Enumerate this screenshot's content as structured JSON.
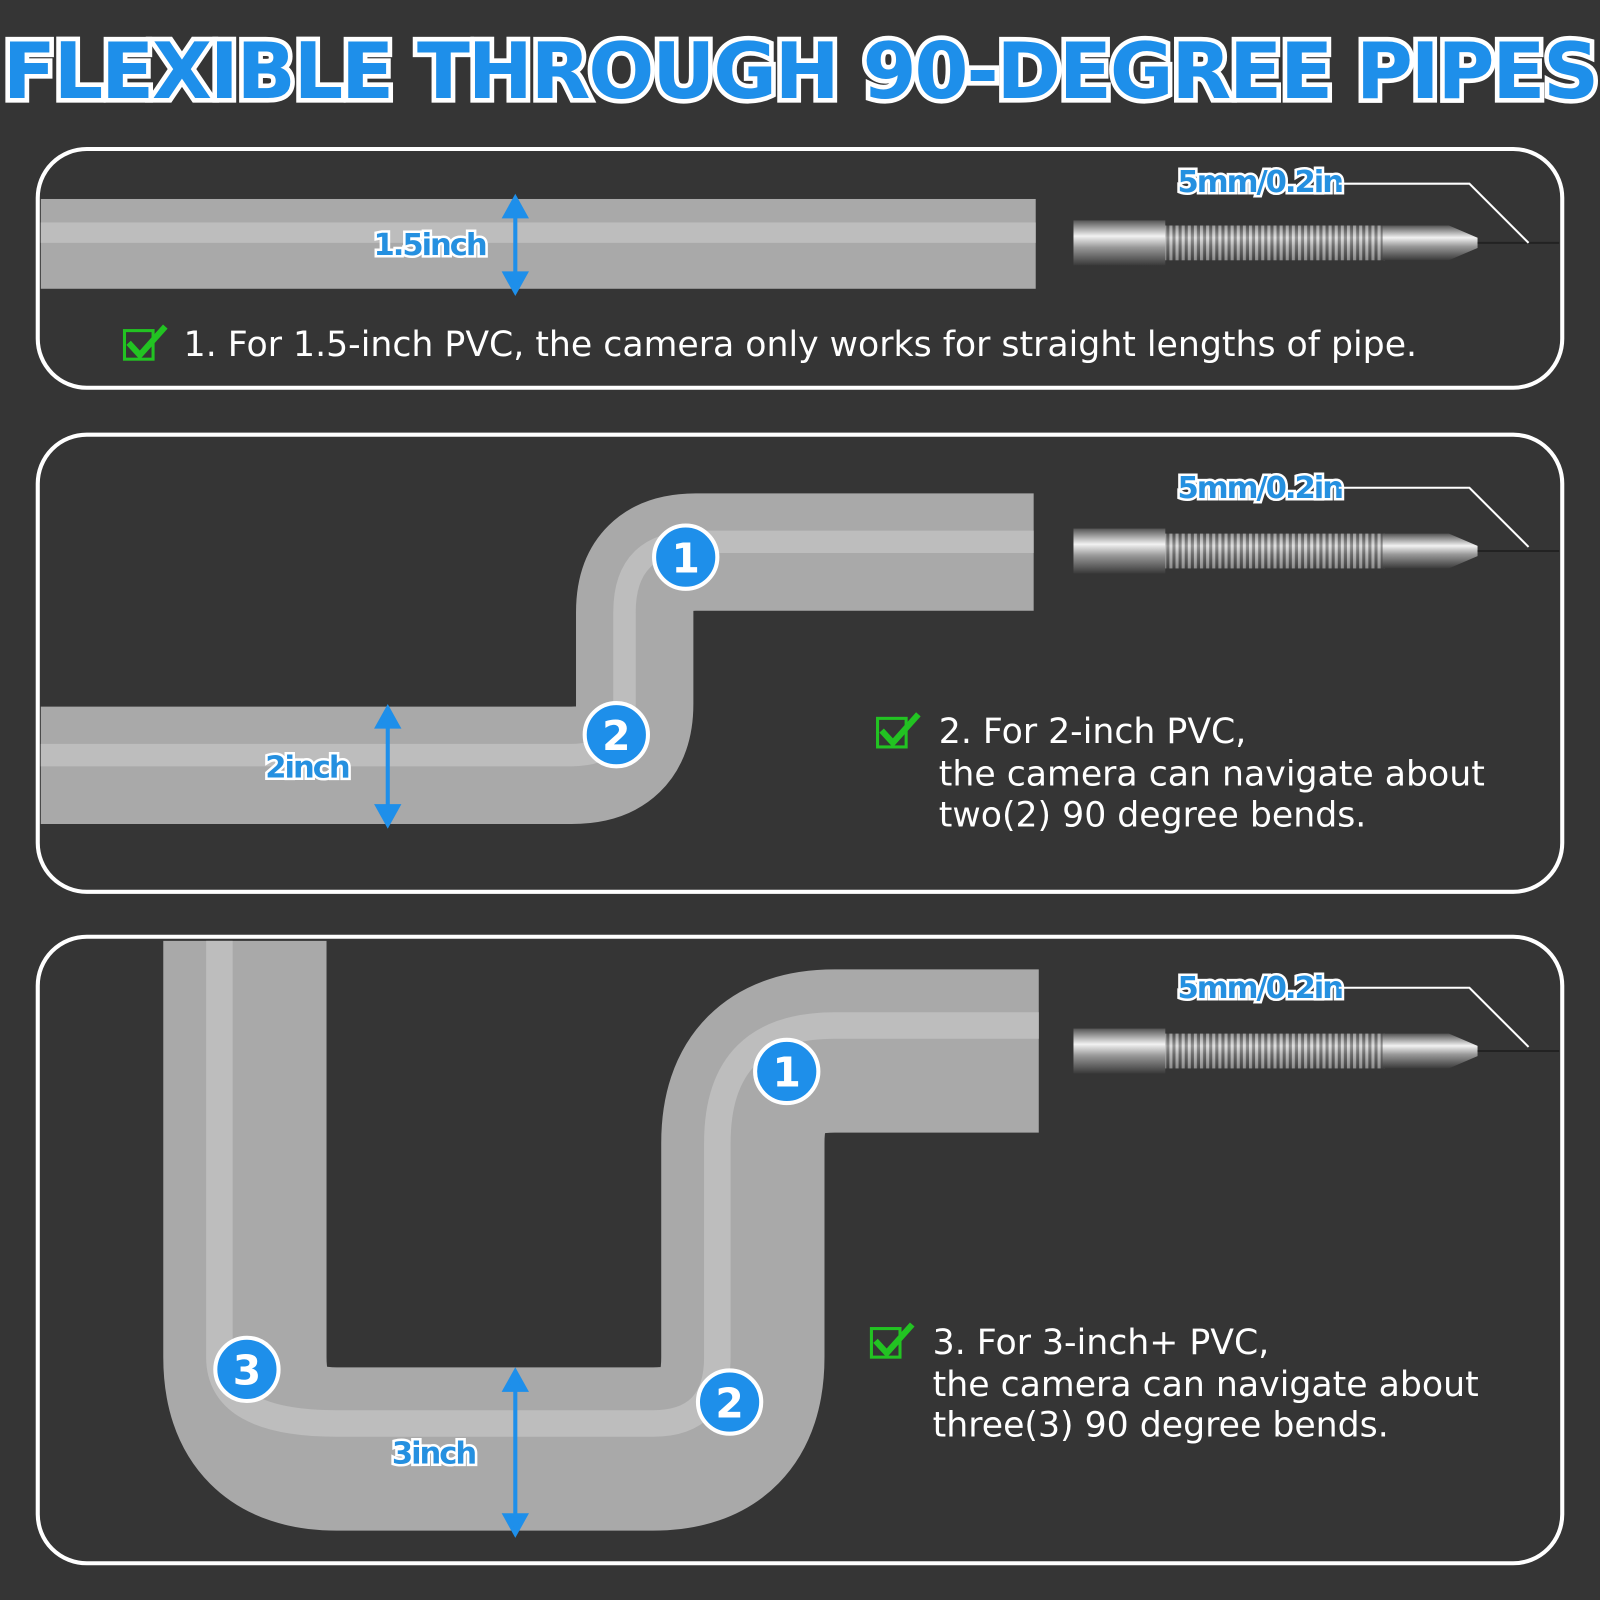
{
  "title": "FLEXIBLE THROUGH 90-DEGREE PIPES",
  "colors": {
    "accent": "#1e8fea",
    "check": "#22c322",
    "background": "#353535",
    "pipe": "#a9a9a9"
  },
  "probe_label": "5mm/0.2in",
  "panels": [
    {
      "pipe_size": "1.5inch",
      "caption_lines": [
        "1. For 1.5-inch PVC, the camera only works for straight lengths of pipe."
      ],
      "bends": []
    },
    {
      "pipe_size": "2inch",
      "caption_lines": [
        "2. For 2-inch PVC,",
        "the camera can navigate about",
        "two(2) 90 degree bends."
      ],
      "bends": [
        "1",
        "2"
      ]
    },
    {
      "pipe_size": "3inch",
      "caption_lines": [
        "3. For 3-inch+ PVC,",
        "the camera can navigate about",
        "three(3) 90 degree bends."
      ],
      "bends": [
        "1",
        "2",
        "3"
      ]
    }
  ]
}
